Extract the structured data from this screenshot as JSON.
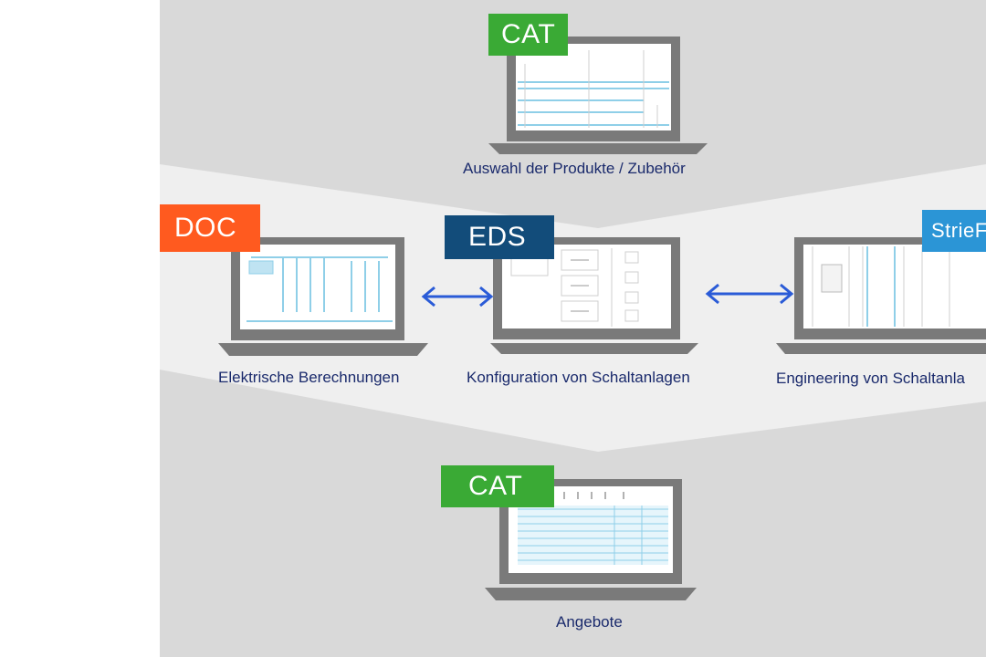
{
  "nodes": {
    "cat_top": {
      "tag": "CAT",
      "caption": "Auswahl der Produkte / Zubehör",
      "tag_color": "#3aaa35"
    },
    "doc": {
      "tag": "DOC",
      "caption": "Elektrische Berechnungen",
      "tag_color": "#ff5a1f"
    },
    "eds": {
      "tag": "EDS",
      "caption": "Konfiguration von Schaltanlagen",
      "tag_color": "#124c7a"
    },
    "strief": {
      "tag": "StrieF",
      "caption": "Engineering von Schaltanla",
      "tag_color": "#2b95d6"
    },
    "cat_bottom": {
      "tag": "CAT",
      "caption": "Angebote",
      "tag_color": "#3aaa35"
    }
  },
  "colors": {
    "panel_bg": "#d9d9d9",
    "band": "#efefef",
    "laptop_frame": "#7a7a7a",
    "screen_line": "#8fcfe8",
    "arrow": "#2a5bd7",
    "caption": "#1a2a6c"
  },
  "icons": {
    "laptop": "laptop-icon",
    "arrow": "double-arrow-icon"
  }
}
